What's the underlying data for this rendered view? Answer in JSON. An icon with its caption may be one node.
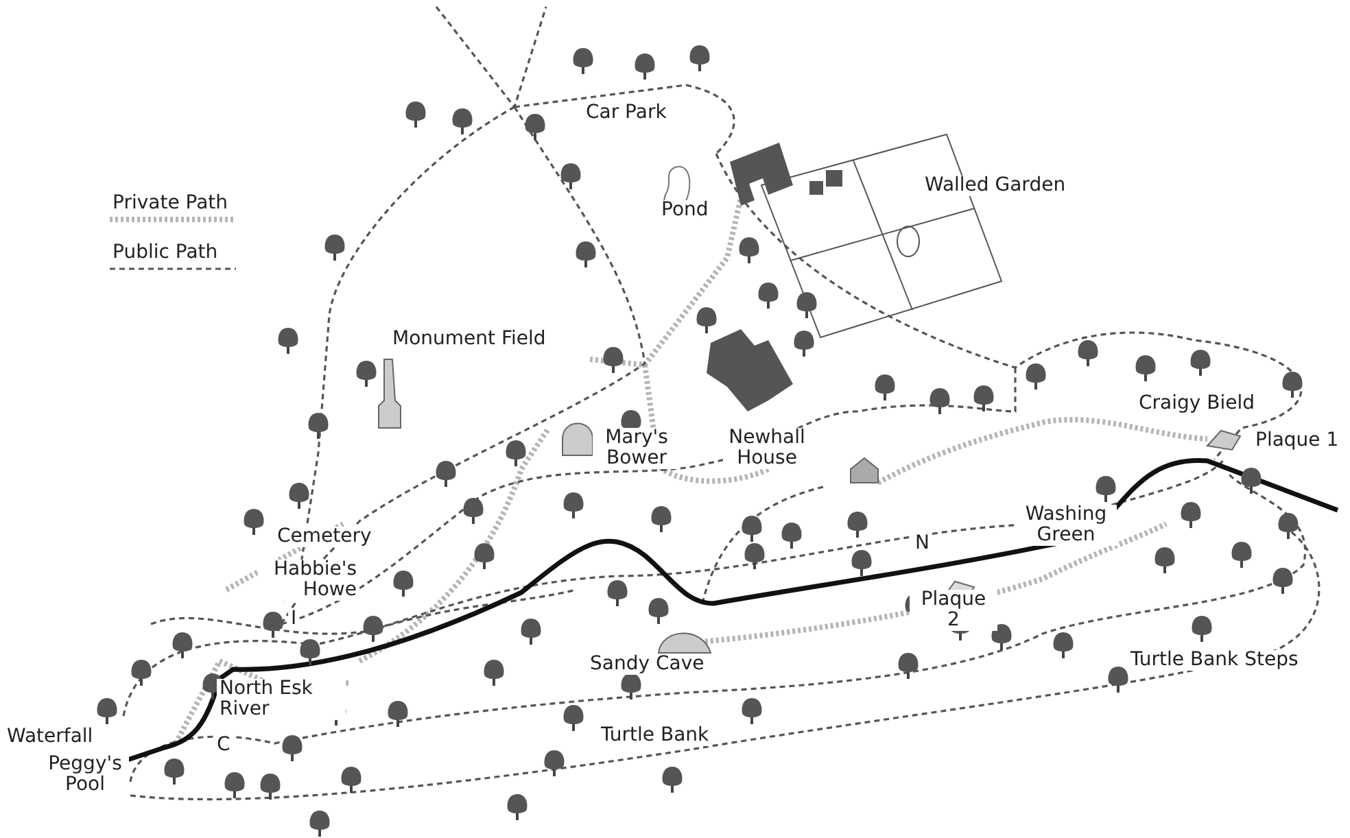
{
  "diagram": {
    "labels": [
      "Car Park",
      "Walled Garden",
      "Pond",
      "Monument Field",
      "Mary's Bower",
      "Newhall House",
      "Craigy Bield",
      "Plaque 1",
      "Washing Green",
      "N",
      "Cemetery",
      "Habbie's Howe",
      "Plaque 2",
      "I",
      "Sandy Cave",
      "Turtle Bank Steps",
      "North Esk River",
      "Waterfall",
      "C",
      "Turtle Bank",
      "Peggy's Pool"
    ],
    "legend": [
      {
        "text": "Private Path"
      },
      {
        "text": "Public Path"
      }
    ]
  }
}
